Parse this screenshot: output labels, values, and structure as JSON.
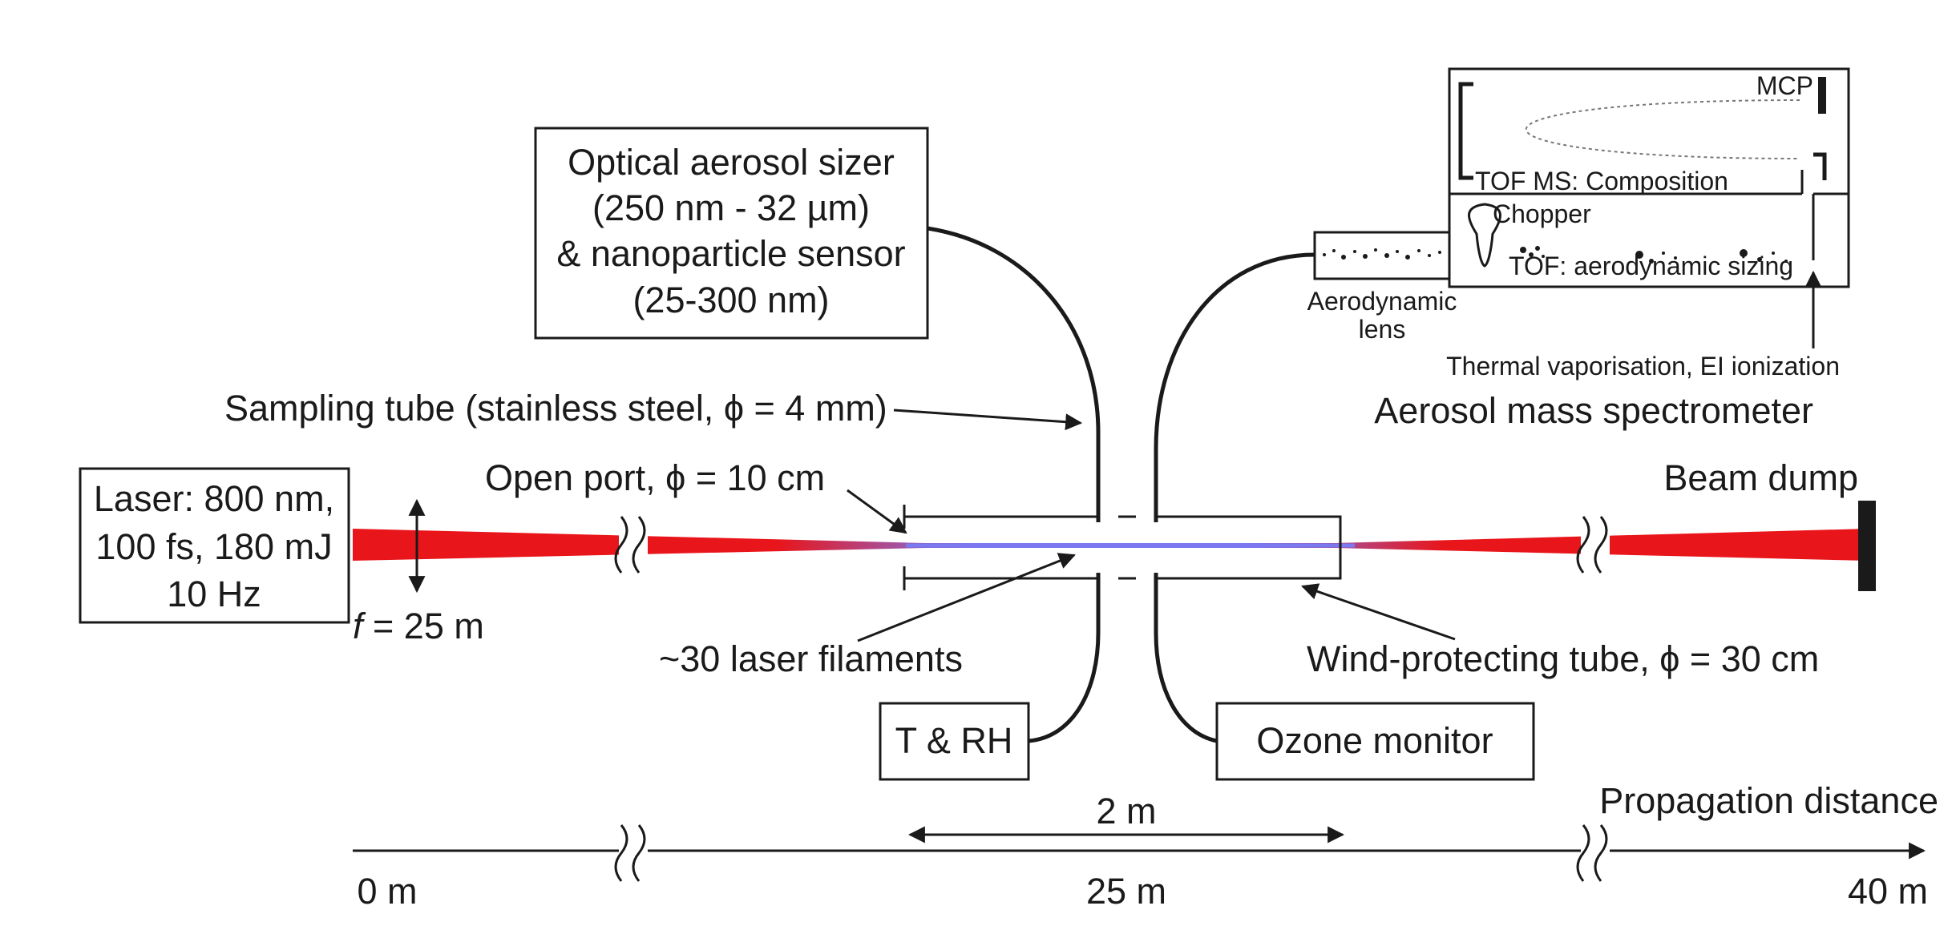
{
  "caption_fragment": "",
  "colors": {
    "laser": "#e8151b",
    "filament": "#7b78f0",
    "ink": "#1a1a1a",
    "caption": "#2a6db0"
  },
  "laser": {
    "line1": "Laser: 800 nm,",
    "line2": "100 fs, 180 mJ",
    "line3": "10 Hz",
    "focal_prefix": "f",
    "focal_suffix": " = 25 m"
  },
  "sizer": {
    "line1": "Optical aerosol sizer",
    "line2": "(250 nm - 32 µm)",
    "line3": "& nanoparticle sensor",
    "line4": "(25-300 nm)"
  },
  "labels": {
    "sampling_tube": "Sampling tube (stainless steel, ϕ = 4 mm)",
    "open_port": "Open port, ϕ = 10 cm",
    "filaments": "~30 laser filaments",
    "wind_tube": "Wind-protecting tube, ϕ = 30 cm",
    "beam_dump": "Beam dump",
    "t_rh": "T & RH",
    "ozone": "Ozone monitor"
  },
  "ams": {
    "title": "Aerosol mass spectrometer",
    "mcp": "MCP",
    "tof_ms": "TOF MS: Composition",
    "chopper": "Chopper",
    "tof_sizing": "TOF: aerodynamic sizing",
    "lens_line1": "Aerodynamic",
    "lens_line2": "lens",
    "vaporisation": "Thermal vaporisation, EI ionization"
  },
  "axis": {
    "title": "Propagation distance",
    "span": "2 m",
    "tick_start": "0 m",
    "tick_mid": "25 m",
    "tick_end": "40 m"
  }
}
